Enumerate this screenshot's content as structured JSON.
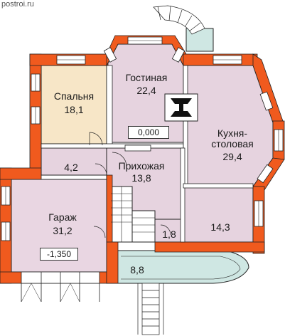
{
  "watermark": "postroi.ru",
  "rooms": {
    "bedroom": {
      "name": "Спальня",
      "area": "18,1"
    },
    "living": {
      "name": "Гостиная",
      "area": "22,4"
    },
    "kitchen": {
      "name_line1": "Кухня-",
      "name_line2": "столовая",
      "area": "29,4"
    },
    "hall": {
      "name": "Прихожая",
      "area": "13,8"
    },
    "garage": {
      "name": "Гараж",
      "area": "31,2"
    },
    "small_left": {
      "area": "4,2"
    },
    "room_14": {
      "area": "14,3"
    },
    "wc": {
      "area": "1,8"
    },
    "porch": {
      "area": "8,8"
    }
  },
  "levels": {
    "main": "0,000",
    "garage": "-1,350"
  },
  "colors": {
    "wall": "#f05a1e",
    "bedroom_fill": "#f7e6c7",
    "room_fill": "#e6d3df",
    "garage_fill": "#e9d6e2",
    "porch_fill": "#cfe7e3",
    "window_white": "#ffffff",
    "outline": "#222222"
  }
}
